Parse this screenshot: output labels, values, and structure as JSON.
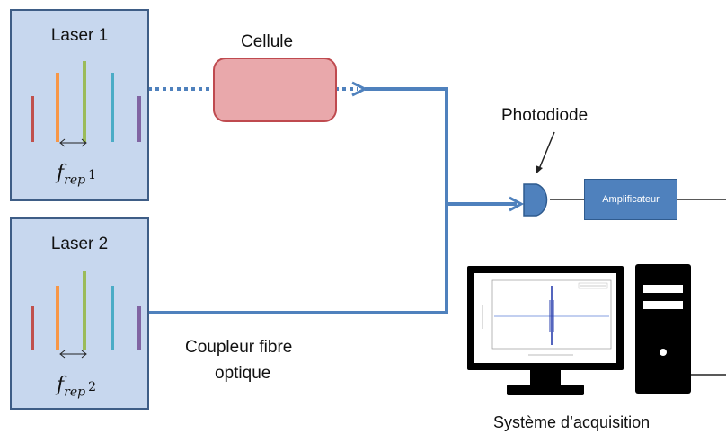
{
  "laser1": {
    "title": "Laser 1",
    "frep_symbol": "f",
    "frep_sub": "rep",
    "frep_index": "1"
  },
  "laser2": {
    "title": "Laser 2",
    "frep_symbol": "f",
    "frep_sub": "rep",
    "frep_index": "2"
  },
  "cellule_label": "Cellule",
  "photodiode_label": "Photodiode",
  "amplifier_label": "Amplificateur",
  "coupler_label_line1": "Coupleur fibre",
  "coupler_label_line2": "optique",
  "acquisition_label": "Système d’acquisition",
  "comb_line_colors": [
    "#c0504d",
    "#f79646",
    "#9bbb59",
    "#4bacc6",
    "#8064a2"
  ],
  "colors": {
    "fiber": "#4f81bd",
    "laser_box_fill": "#c7d7ee",
    "laser_box_border": "#3e5d86",
    "cell_fill": "#e9a8ab",
    "cell_border": "#bf4a4f"
  }
}
